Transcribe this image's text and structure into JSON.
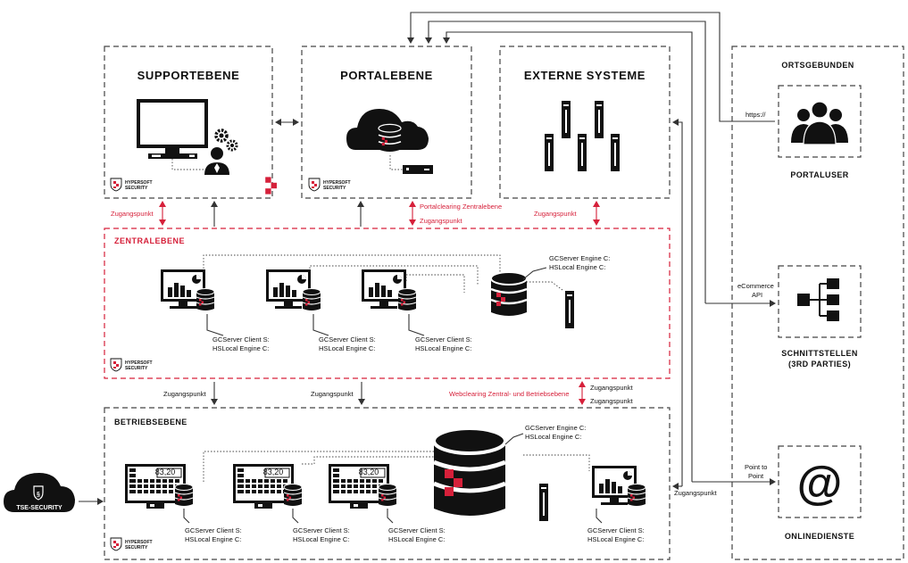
{
  "tiers": {
    "support": {
      "title": "SUPPORTEBENE"
    },
    "portal": {
      "title": "PORTALEBENE"
    },
    "extern": {
      "title": "EXTERNE SYSTEME"
    },
    "zentral": {
      "title": "ZENTRALEBENE"
    },
    "betrieb": {
      "title": "BETRIEBSEBENE"
    }
  },
  "right_panel": {
    "title": "ORTSGEBUNDEN",
    "portaluser": "PORTALUSER",
    "schnitt_1": "SCHNITTSTELLEN",
    "schnitt_2": "(3RD PARTIES)",
    "online": "ONLINEDIENSTE",
    "at_symbol": "@"
  },
  "logo": {
    "line1": "HYPERSOFT",
    "line2": "SECURITY"
  },
  "connectors": {
    "zugangspunkt": "Zugangspunkt",
    "portalclearing": "Portalclearing Zentralebene",
    "webclearing": "Webclearing Zentral- und Betriebsebene",
    "https": "https://",
    "ecommerce_1": "eCommerce",
    "ecommerce_2": "API",
    "p2p_1": "Point to",
    "p2p_2": "Point"
  },
  "labels": {
    "client_s": "GCServer Client S:",
    "local_engine": "HSLocal Engine C:",
    "server_engine": "GCServer Engine C:"
  },
  "pos_display": "83,20",
  "tse": "TSE-SECURITY",
  "tse_symbol": "§"
}
